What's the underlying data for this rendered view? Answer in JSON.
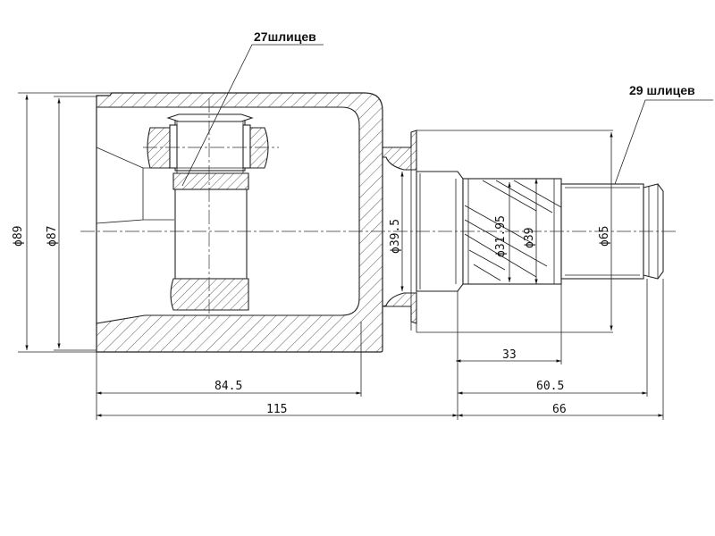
{
  "callouts": {
    "inner_splines": "27шлицев",
    "outer_splines": "29 шлицев"
  },
  "dimensions": {
    "dia_89": "ϕ89",
    "dia_87": "ϕ87",
    "dia_39_5": "ϕ39.5",
    "dia_31_95": "ϕ31.95",
    "dia_39": "ϕ39",
    "dia_65": "ϕ65",
    "len_84_5": "84.5",
    "len_115": "115",
    "len_33": "33",
    "len_60_5": "60.5",
    "len_66": "66"
  }
}
